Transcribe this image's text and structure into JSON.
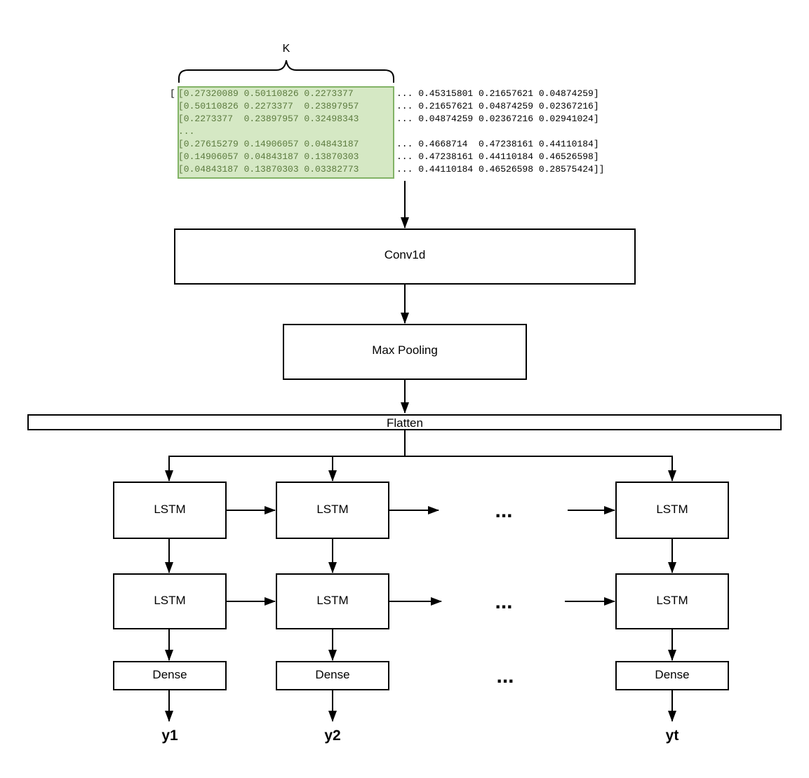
{
  "kernel_label": "K",
  "matrix": {
    "open_bracket": "[",
    "highlighted_rows": [
      "[0.27320089 0.50110826 0.2273377 ",
      "[0.50110826 0.2273377  0.23897957",
      "[0.2273377  0.23897957 0.32498343",
      "...",
      "[0.27615279 0.14906057 0.04843187",
      "[0.14906057 0.04843187 0.13870303",
      "[0.04843187 0.13870303 0.03382773"
    ],
    "rest_rows": [
      "... 0.45315801 0.21657621 0.04874259]",
      "... 0.21657621 0.04874259 0.02367216]",
      "... 0.04874259 0.02367216 0.02941024]",
      "",
      "... 0.4668714  0.47238161 0.44110184]",
      "... 0.47238161 0.44110184 0.46526598]",
      "... 0.44110184 0.46526598 0.28575424]]"
    ],
    "highlight_color": "#d5e8c4",
    "highlight_border": "#82b366"
  },
  "layers": {
    "conv": "Conv1d",
    "pool": "Max Pooling",
    "flatten": "Flatten"
  },
  "columns": [
    {
      "lstm1": "LSTM",
      "lstm2": "LSTM",
      "dense": "Dense",
      "output": "y1"
    },
    {
      "lstm1": "LSTM",
      "lstm2": "LSTM",
      "dense": "Dense",
      "output": "y2"
    },
    {
      "lstm1": "LSTM",
      "lstm2": "LSTM",
      "dense": "Dense",
      "output": "yt"
    }
  ],
  "ellipsis": "..."
}
